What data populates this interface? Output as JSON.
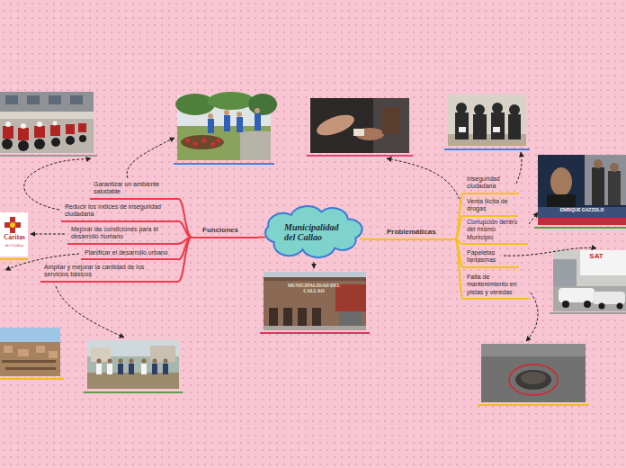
{
  "diagram": {
    "nodes": [
      {
        "text": [
          "Municipalidad del Callao"
        ]
      },
      {
        "text": [
          "Funciones"
        ]
      },
      {
        "text": [
          "Garantizar un ambiente saludable"
        ]
      },
      {
        "text": [
          "Reducir los índices de inseguridad ciudadana"
        ]
      },
      {
        "text": [
          "Mejorar las condiciones para el desarrollo humano"
        ]
      },
      {
        "text": [
          "Planificar el desarrollo urbano"
        ]
      },
      {
        "text": [
          "Ampliar y mejorar la cantidad de los servicios básicos"
        ]
      },
      {
        "text": [
          "Problemáticas"
        ]
      },
      {
        "text": [
          "Inseguridad ciudadana"
        ]
      },
      {
        "text": [
          "Venta ilícita de drogas"
        ]
      },
      {
        "text": [
          "Corrupción dentro del mismo Municipio"
        ]
      },
      {
        "text": [
          "Papeletas fantasmas"
        ]
      },
      {
        "text": [
          "Falta de mantenimiento en pistas y veredas"
        ]
      }
    ],
    "edges": [
      {
        "from": 0,
        "to": 1,
        "arrow": "none"
      },
      {
        "from": 1,
        "to": 2,
        "arrow": "none"
      },
      {
        "from": 1,
        "to": 3,
        "arrow": "none"
      },
      {
        "from": 1,
        "to": 4,
        "arrow": "none"
      },
      {
        "from": 1,
        "to": 5,
        "arrow": "none"
      },
      {
        "from": 1,
        "to": 6,
        "arrow": "none"
      },
      {
        "from": 0,
        "to": 7,
        "arrow": "none"
      },
      {
        "from": 7,
        "to": 8,
        "arrow": "none"
      },
      {
        "from": 7,
        "to": 9,
        "arrow": "none"
      },
      {
        "from": 7,
        "to": 10,
        "arrow": "none"
      },
      {
        "from": 7,
        "to": 11,
        "arrow": "none"
      },
      {
        "from": 7,
        "to": 12,
        "arrow": "none"
      }
    ],
    "labels": [
      "Cáritas",
      "del Callao",
      "ENRIQUE GAZZOLO",
      "SAT",
      "MUNICIPALIDAD DEL CALLAO"
    ]
  }
}
